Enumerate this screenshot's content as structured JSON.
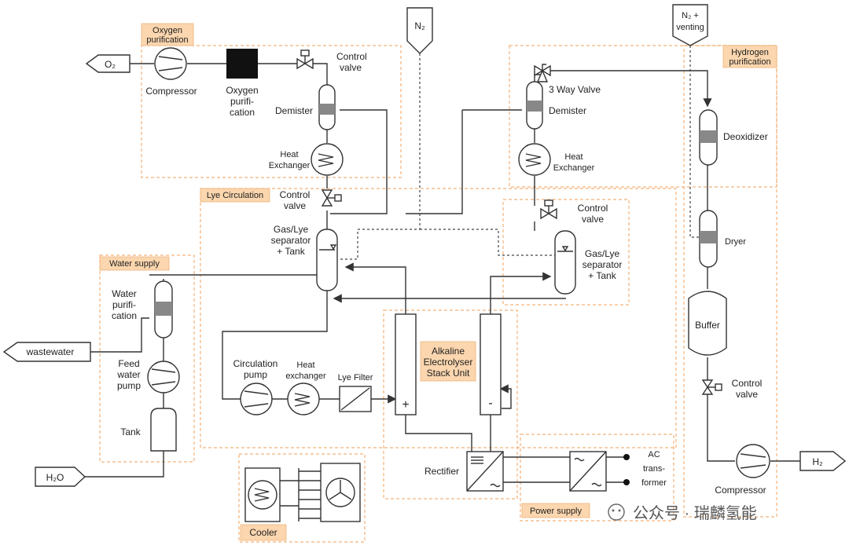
{
  "zones": {
    "oxygen_purification": [
      "Oxygen",
      "purification"
    ],
    "hydrogen_purification": [
      "Hydrogen",
      "purification"
    ],
    "lye_circulation": "Lye Circulation",
    "water_supply": "Water supply",
    "cooler": "Cooler",
    "power_supply": "Power supply",
    "stack_unit": [
      "Alkaline",
      "Electrolyser",
      "Stack Unit"
    ]
  },
  "streams": {
    "o2": "O₂",
    "n2": "N₂",
    "n2_venting": [
      "N₂ +",
      "venting"
    ],
    "h2": "H₂",
    "wastewater": "wastewater",
    "h2o": "H₂O"
  },
  "labels": {
    "compressor_o2": "Compressor",
    "oxygen_purification_unit": [
      "Oxygen",
      "purifi-",
      "cation"
    ],
    "control_valve_o2": [
      "Control",
      "valve"
    ],
    "demister_o2": "Demister",
    "heat_exchanger_o2": [
      "Heat",
      "Exchanger"
    ],
    "control_valve_lye": [
      "Control",
      "valve"
    ],
    "separator_o2": [
      "Gas/Lye",
      "separator",
      "+ Tank"
    ],
    "three_way_valve": "3 Way Valve",
    "demister_h2": "Demister",
    "heat_exchanger_h2": [
      "Heat",
      "Exchanger"
    ],
    "control_valve_h2": [
      "Control",
      "valve"
    ],
    "separator_h2": [
      "Gas/Lye",
      "separator",
      "+ Tank"
    ],
    "deoxidizer": "Deoxidizer",
    "dryer": "Dryer",
    "buffer": "Buffer",
    "control_valve_h2_out": [
      "Control",
      "valve"
    ],
    "compressor_h2": "Compressor",
    "water_purification": [
      "Water",
      "purifi-",
      "cation"
    ],
    "feed_water_pump": [
      "Feed",
      "water",
      "pump"
    ],
    "tank": "Tank",
    "circulation_pump": [
      "Circulation",
      "pump"
    ],
    "heat_exchanger_lye": [
      "Heat",
      "exchanger"
    ],
    "lye_filter": "Lye Filter",
    "rectifier": "Rectifier",
    "ac_transformer": [
      "AC",
      "trans-",
      "former"
    ],
    "plus": "+",
    "minus": "-",
    "watermark": "公众号 · 瑞麟氢能"
  },
  "colors": {
    "zone_border": "#f2b27a",
    "zone_tag_fill": "#fbd6ae",
    "stroke": "#333333"
  }
}
